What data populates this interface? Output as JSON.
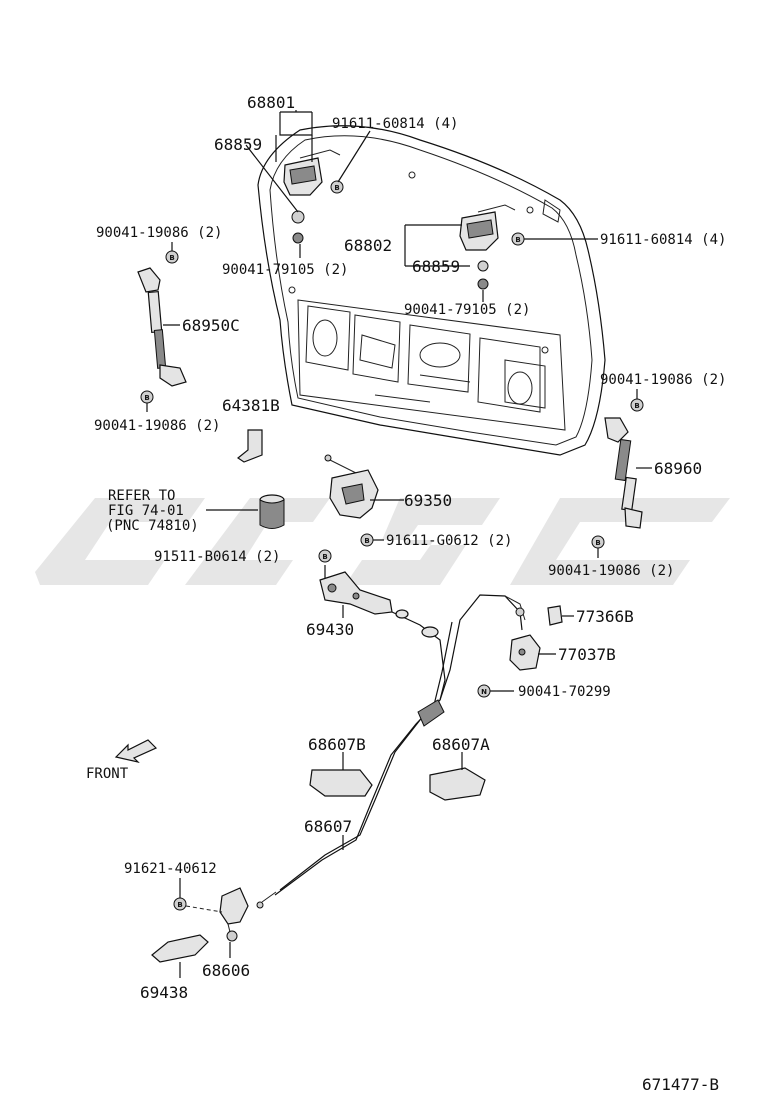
{
  "watermark": "ct9c",
  "labels": {
    "p68801": "68801",
    "p68859_a": "68859",
    "p91611_60814_a": "91611-60814 (4)",
    "p90041_19086_a": "90041-19086 (2)",
    "p68802": "68802",
    "p91611_60814_b": "91611-60814 (4)",
    "p68859_b": "68859",
    "p90041_79105_a": "90041-79105 (2)",
    "p68950c": "68950C",
    "p90041_79105_b": "90041-79105 (2)",
    "p90041_19086_b": "90041-19086 (2)",
    "p64381b": "64381B",
    "p90041_19086_c": "90041-19086 (2)",
    "p68960": "68960",
    "refer_1": "REFER TO",
    "refer_2": "FIG 74-01",
    "refer_3": "(PNC 74810)",
    "p69350": "69350",
    "p91611_g0612": "91611-G0612 (2)",
    "p91511_b0614": "91511-B0614 (2)",
    "p90041_19086_d": "90041-19086 (2)",
    "p69430": "69430",
    "p77366b": "77366B",
    "p77037b": "77037B",
    "p90041_70299": "90041-70299",
    "p68607b": "68607B",
    "p68607a": "68607A",
    "front": "FRONT",
    "p68607": "68607",
    "p91621_40612": "91621-40612",
    "p68606": "68606",
    "p69438": "69438",
    "fig_number": "671477-B"
  },
  "bolt_marks": {
    "b": "B",
    "n": "N"
  }
}
